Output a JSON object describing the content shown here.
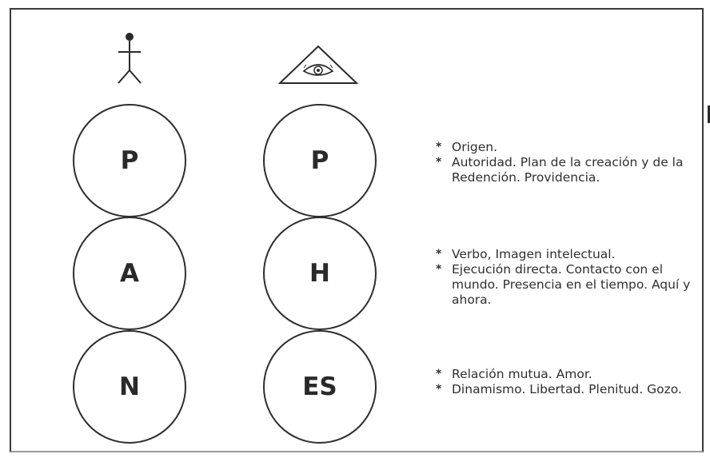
{
  "diagram": {
    "left_column": {
      "symbol": "stick-figure-icon",
      "circles": [
        "P",
        "A",
        "N"
      ]
    },
    "right_column": {
      "symbol": "eye-in-triangle-icon",
      "circles": [
        "P",
        "H",
        "ES"
      ]
    },
    "rows": [
      {
        "items": [
          "Origen.",
          "Autoridad. Plan de la creación y de la Redención. Providencia."
        ]
      },
      {
        "items": [
          "Verbo, Imagen intelectual.",
          "Ejecución directa. Contacto con el mundo. Presencia en el tiempo. Aquí y ahora."
        ]
      },
      {
        "items": [
          "Relación mutua. Amor.",
          "Dinamismo. Libertad. Plenitud. Gozo."
        ]
      }
    ],
    "bullet": "*",
    "colors": {
      "ink": "#2a2a2a",
      "background": "#ffffff"
    }
  }
}
